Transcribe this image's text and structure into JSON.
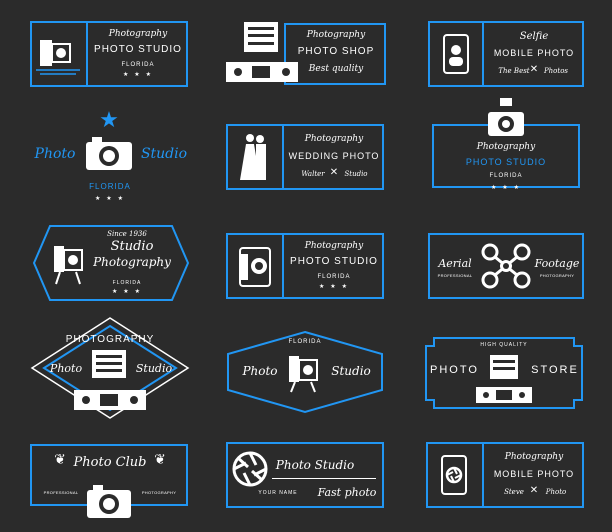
{
  "logos": {
    "l1": {
      "script": "Photography",
      "title": "PHOTO STUDIO",
      "sub": "FLORIDA",
      "stars": "★ ★ ★"
    },
    "l2": {
      "script": "Photography",
      "title": "PHOTO SHOP",
      "sub": "Best quality"
    },
    "l3": {
      "script": "Selfie",
      "title": "MOBILE PHOTO",
      "left": "The Best",
      "right": "Photos"
    },
    "l4": {
      "left": "Photo",
      "right": "Studio",
      "sub": "FLORIDA",
      "stars": "★ ★ ★"
    },
    "l5": {
      "script": "Photography",
      "title": "WEDDING PHOTO",
      "left": "Walter",
      "right": "Studio"
    },
    "l6": {
      "script": "Photography",
      "title": "PHOTO STUDIO",
      "sub": "FLORIDA",
      "stars": "★ ★ ★"
    },
    "l7": {
      "since": "Since 1936",
      "line1": "Studio",
      "line2": "Photography",
      "sub": "FLORIDA",
      "stars": "★ ★ ★"
    },
    "l8": {
      "script": "Photography",
      "title": "PHOTO STUDIO",
      "sub": "FLORIDA",
      "stars": "★ ★ ★"
    },
    "l9": {
      "left": "Aerial",
      "right": "Footage",
      "left_sub": "PROFESSIONAL",
      "right_sub": "PHOTOGRAPHY"
    },
    "l10": {
      "top": "PHOTOGRAPHY",
      "left": "Photo",
      "right": "Studio"
    },
    "l11": {
      "top": "FLORIDA",
      "left": "Photo",
      "right": "Studio"
    },
    "l12": {
      "top": "HIGH QUALITY",
      "left": "PHOTO",
      "right": "STORE"
    },
    "l13": {
      "title": "Photo Club",
      "left": "PROFESSIONAL",
      "right": "PHOTOGRAPHY"
    },
    "l14": {
      "title": "Photo Studio",
      "sub": "YOUR NAME",
      "script": "Fast photo"
    },
    "l15": {
      "script": "Photography",
      "title": "MOBILE PHOTO",
      "left": "Steve",
      "right": "Photo"
    }
  },
  "colors": {
    "accent": "#2196f3",
    "background": "#2b2b2b",
    "ink": "#ffffff"
  }
}
